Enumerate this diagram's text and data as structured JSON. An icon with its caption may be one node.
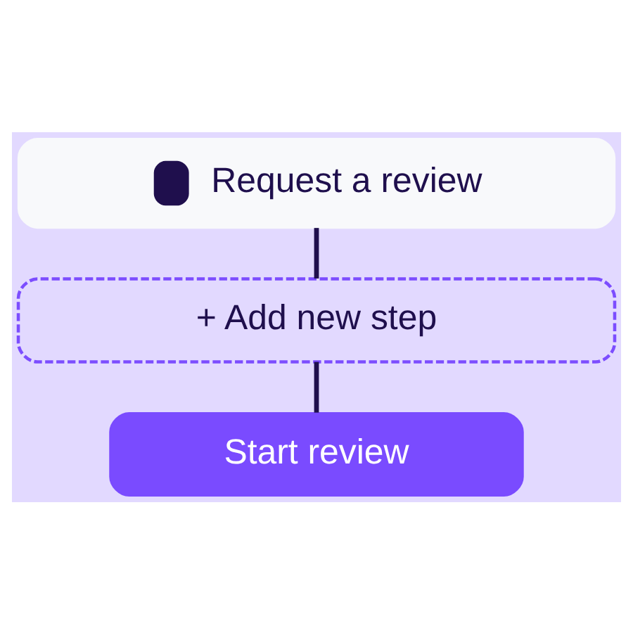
{
  "diagram": {
    "nodes": [
      {
        "text": [
          "Request a review"
        ]
      },
      {
        "text": [
          "+ Add new step"
        ]
      },
      {
        "text": [
          "Start review"
        ]
      }
    ],
    "edges": [
      {
        "from": 0,
        "to": 1,
        "arrow": "none"
      },
      {
        "from": 1,
        "to": 2,
        "arrow": "none"
      }
    ]
  }
}
